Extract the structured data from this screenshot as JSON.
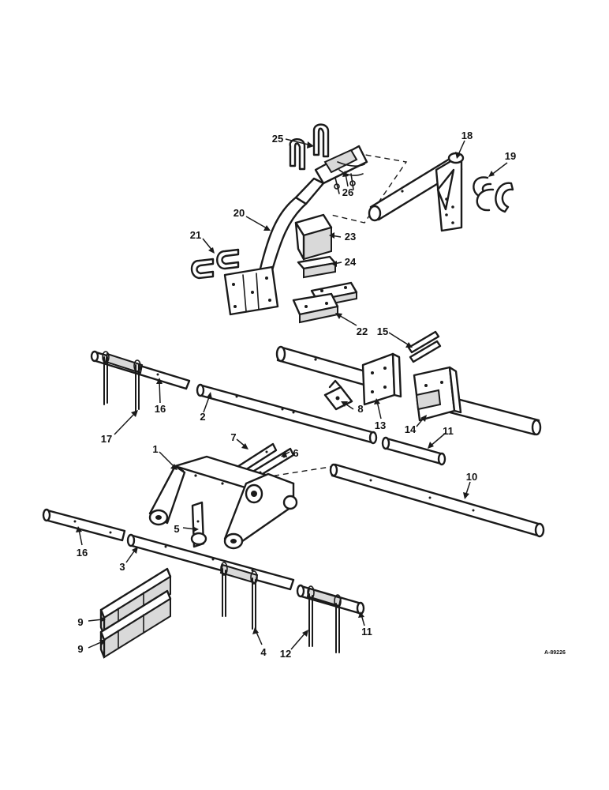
{
  "callouts": {
    "c1": "1",
    "c2": "2",
    "c3": "3",
    "c4": "4",
    "c5": "5",
    "c6": "6",
    "c7": "7",
    "c8": "8",
    "c9a": "9",
    "c9b": "9",
    "c10": "10",
    "c11a": "11",
    "c11b": "11",
    "c12": "12",
    "c13": "13",
    "c14": "14",
    "c15": "15",
    "c16a": "16",
    "c16b": "16",
    "c17": "17",
    "c18": "18",
    "c19": "19",
    "c20": "20",
    "c21": "21",
    "c22": "22",
    "c23": "23",
    "c24": "24",
    "c25": "25",
    "c26": "26"
  },
  "drawing_code": "A-89226",
  "colors": {
    "ink": "#1a1a1a",
    "paper": "#ffffff",
    "shade": "#d9d9d9"
  }
}
